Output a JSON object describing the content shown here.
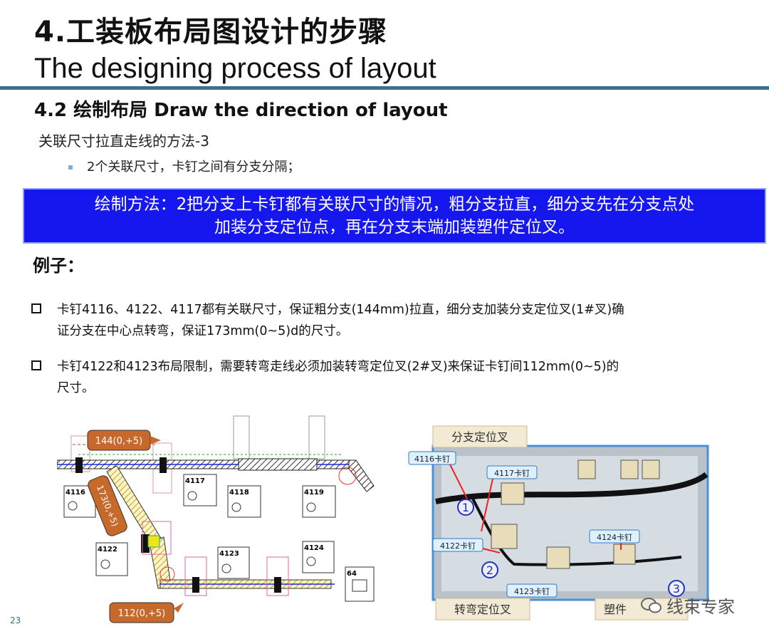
{
  "header": {
    "title_zh": "4.工装板布局图设计的步骤",
    "title_en": "The designing process of layout"
  },
  "section": {
    "title": "4.2  绘制布局 Draw the direction of layout",
    "method_title": "关联尺寸拉直走线的方法-3",
    "bullet": "2个关联尺寸，卡钉之间有分支分隔；"
  },
  "banner": {
    "line1": "绘制方法：2把分支上卡钉都有关联尺寸的情况，粗分支拉直，细分支先在分支点处",
    "line2": "加装分支定位点，再在分支末端加装塑件定位叉。"
  },
  "example": {
    "label": "例子：",
    "para1_line1": "卡钉4116、4122、4117都有关联尺寸，保证粗分支(144mm)拉直，细分支加装分支定位叉(1#叉)确",
    "para1_line2": "证分支在中心点转弯，保证173mm(0~5)d的尺寸。",
    "para2_line1": "卡钉4122和4123布局限制，需要转弯走线必须加装转弯定位叉(2#叉)来保证卡钉间112mm(0~5)的",
    "para2_line2": "尺寸。"
  },
  "drawing": {
    "dim_144": "144(0,+5)",
    "dim_173": "173(0,+5)",
    "dim_112": "112(0,+5)",
    "clips": [
      "4116",
      "4117",
      "4118",
      "4119",
      "4122",
      "4123",
      "4124",
      "64"
    ]
  },
  "photo": {
    "labels": {
      "fork_branch": "分支定位叉",
      "fork_turn": "转弯定位叉",
      "fork_plastic": "塑件"
    },
    "tags": [
      "4116卡钉",
      "4117卡钉",
      "4122卡钉",
      "4124卡钉",
      "4123卡钉"
    ],
    "markers": [
      "1",
      "2",
      "3"
    ]
  },
  "page": {
    "number": "23",
    "watermark": "线束专家"
  }
}
